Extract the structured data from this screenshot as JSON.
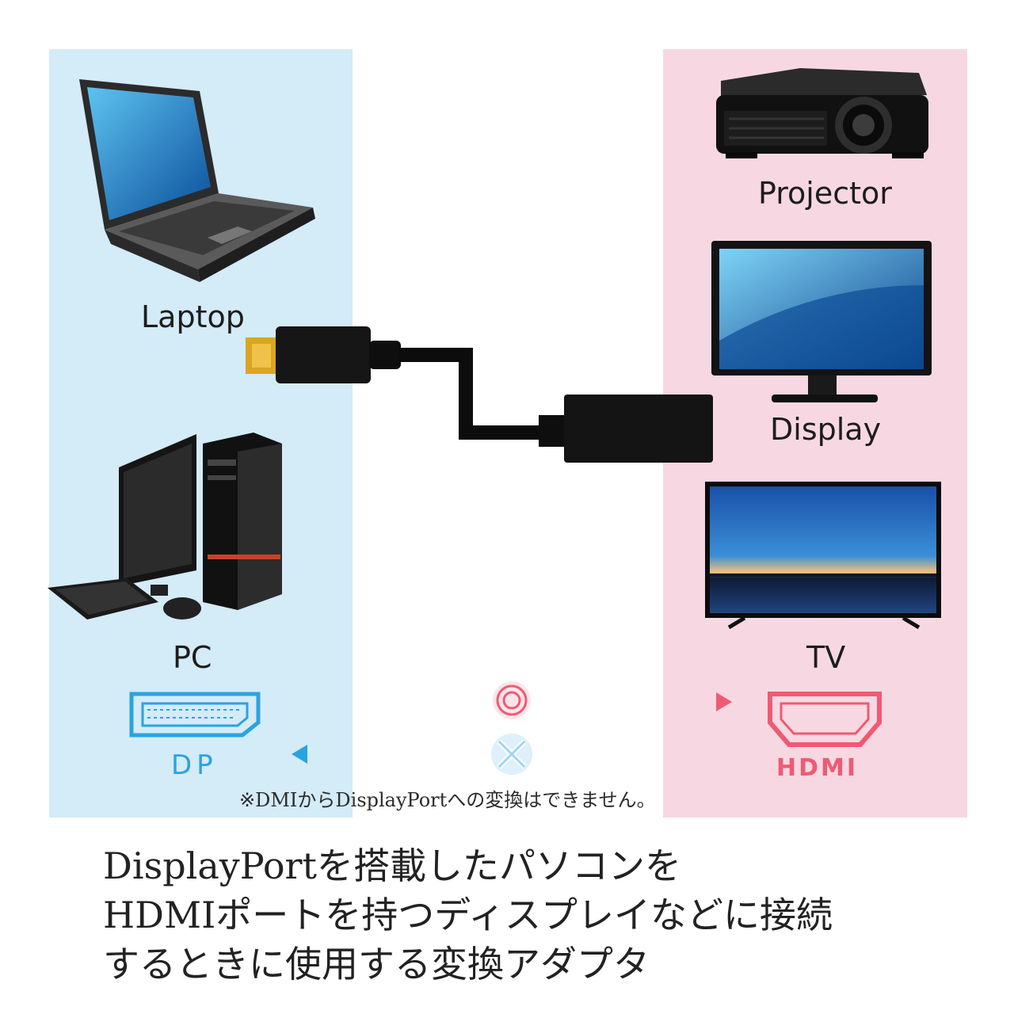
{
  "devices": {
    "laptop": "Laptop",
    "pc": "PC",
    "projector": "Projector",
    "display": "Display",
    "tv": "TV"
  },
  "ports": {
    "left": "DP",
    "right": "HDMI"
  },
  "note": "※DMIからDisplayPortへの変換はできません。",
  "caption": [
    "DisplayPortを搭載したパソコンを",
    "HDMIポートを持つディスプレイなどに接続",
    "するときに使用する変換アダプタ"
  ],
  "colors": {
    "left_panel": "#d4ebf8",
    "right_panel": "#f7d8e2",
    "dp_blue": "#2aa3df",
    "hdmi_pink": "#ef5a73"
  }
}
